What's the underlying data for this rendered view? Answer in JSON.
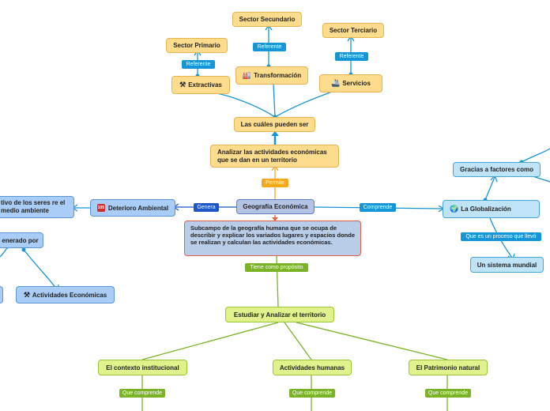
{
  "central": {
    "label": "Geografía Económica"
  },
  "description": {
    "text": "Subcampo de la geografía humana que se ocupa de describir y explicar los variados lugares y espacios donde se realizan y calculan las actividades económicas."
  },
  "analyze": {
    "text": "Analizar las actividades económicas que se dan en un territorio"
  },
  "cuales": {
    "label": "Las cuáles pueden ser"
  },
  "extractivas": {
    "label": "Extractivas"
  },
  "transformacion": {
    "label": "Transformación"
  },
  "servicios": {
    "label": "Servicios"
  },
  "sector_primario": {
    "label": "Sector Primario"
  },
  "sector_secundario": {
    "label": "Sector Secundario"
  },
  "sector_terciario": {
    "label": "Sector Terciario"
  },
  "globalizacion": {
    "label": "La Globalización"
  },
  "factores": {
    "label": "Gracias a factores como"
  },
  "sistema": {
    "label": "Un sistema mundial"
  },
  "deterioro": {
    "label": "Deterioro Ambiental",
    "badge": "105"
  },
  "efecto": {
    "text": "tivo de los seres re el medio ambiente"
  },
  "generado": {
    "label": "enerado por"
  },
  "actividades_eco": {
    "label": "Actividades Económicas"
  },
  "estudiar": {
    "label": "Estudiar y Analizar el territorio"
  },
  "contexto": {
    "label": "El contexto institucional"
  },
  "humanas": {
    "label": "Actividades humanas"
  },
  "patrimonio": {
    "label": "El Patrimonio natural"
  },
  "labels": {
    "referente1": "Referente",
    "referente2": "Referente",
    "referente3": "Referente",
    "permite": "Permite",
    "genera": "Genera",
    "comprende": "Comprende",
    "proceso": "Que es un proceso que llevó",
    "proposito": "Tiene como propósito",
    "qc1": "Que comprende",
    "qc2": "Que comprende",
    "qc3": "Que comprende"
  },
  "colors": {
    "orange_line": "#f7a81b",
    "blue_line": "#1596d8",
    "navy_line": "#1f57c9",
    "green_line": "#7bb327",
    "cyan_line": "#1596d8"
  }
}
